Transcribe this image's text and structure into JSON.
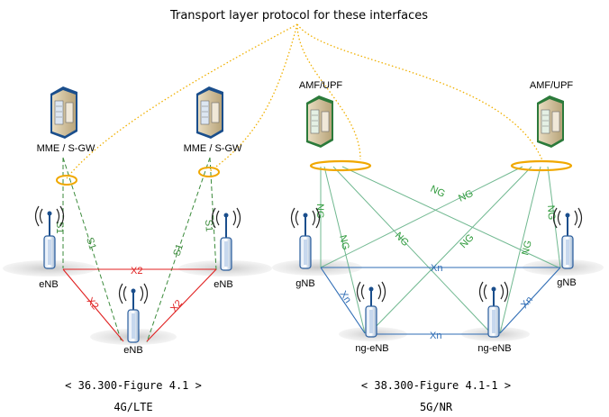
{
  "header": {
    "title": "Transport layer protocol for these interfaces"
  },
  "lte": {
    "core_left_label": "MME / S-GW",
    "core_right_label": "MME / S-GW",
    "enb_left_label": "eNB",
    "enb_right_label": "eNB",
    "enb_bottom_label": "eNB",
    "s1_label": "S1",
    "x2_label": "X2",
    "caption_ref": "< 36.300-Figure 4.1 >",
    "caption_name": "4G/LTE"
  },
  "nr": {
    "core_left_label": "AMF/UPF",
    "core_right_label": "AMF/UPF",
    "gnb_left_label": "gNB",
    "gnb_right_label": "gNB",
    "ngenb_left_label": "ng-eNB",
    "ngenb_right_label": "ng-eNB",
    "ng_label": "NG",
    "xn_label": "Xn",
    "caption_ref": "< 38.300-Figure 4.1-1 >",
    "caption_name": "5G/NR"
  },
  "colors": {
    "dotted_orange": "#f0b000",
    "ring_orange": "#f0a800",
    "s1_green": "#3a8a3a",
    "x2_red": "#e02020",
    "ng_green": "#70b890",
    "xn_blue": "#2f6db5",
    "ng_text": "#2e9a3a",
    "shadow_gray": "#d9d9d9"
  }
}
